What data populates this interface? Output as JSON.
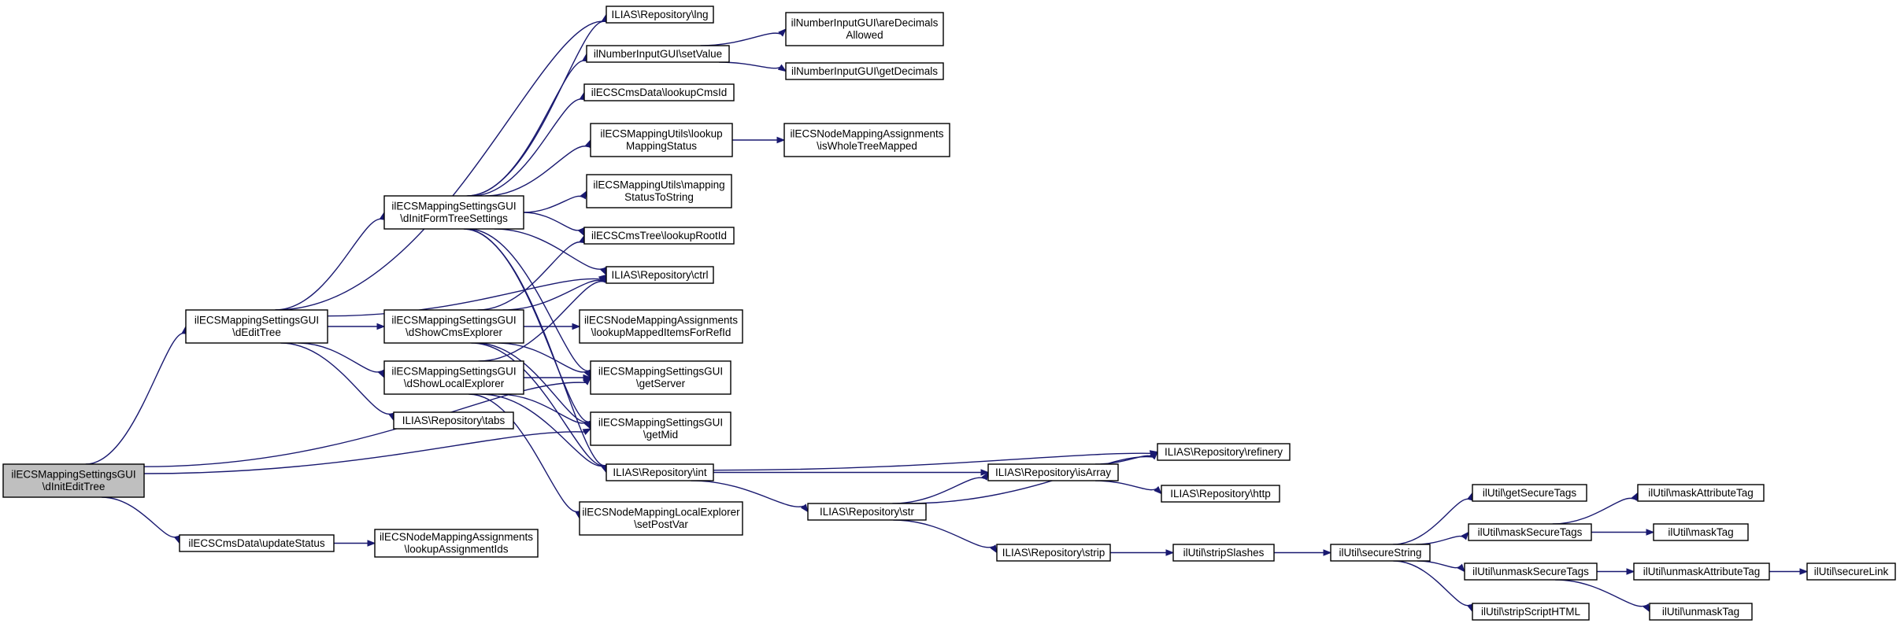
{
  "nodes": [
    {
      "id": "root",
      "lines": [
        "ilECSMappingSettingsGUI",
        "\\dInitEditTree"
      ]
    },
    {
      "id": "editTree",
      "lines": [
        "ilECSMappingSettingsGUI",
        "\\dEditTree"
      ]
    },
    {
      "id": "updateStatus",
      "lines": [
        "ilECSCmsData\\updateStatus"
      ]
    },
    {
      "id": "lookupAssignmentIds",
      "lines": [
        "ilECSNodeMappingAssignments",
        "\\lookupAssignmentIds"
      ]
    },
    {
      "id": "initFormTree",
      "lines": [
        "ilECSMappingSettingsGUI",
        "\\dInitFormTreeSettings"
      ]
    },
    {
      "id": "showCms",
      "lines": [
        "ilECSMappingSettingsGUI",
        "\\dShowCmsExplorer"
      ]
    },
    {
      "id": "showLocal",
      "lines": [
        "ilECSMappingSettingsGUI",
        "\\dShowLocalExplorer"
      ]
    },
    {
      "id": "tabs",
      "lines": [
        "ILIAS\\Repository\\tabs"
      ]
    },
    {
      "id": "lng",
      "lines": [
        "ILIAS\\Repository\\lng"
      ]
    },
    {
      "id": "setValue",
      "lines": [
        "ilNumberInputGUI\\setValue"
      ]
    },
    {
      "id": "lookupCmsId",
      "lines": [
        "ilECSCmsData\\lookupCmsId"
      ]
    },
    {
      "id": "lookupMappingStatus",
      "lines": [
        "ilECSMappingUtils\\lookup",
        "MappingStatus"
      ]
    },
    {
      "id": "mappingStatusToString",
      "lines": [
        "ilECSMappingUtils\\mapping",
        "StatusToString"
      ]
    },
    {
      "id": "lookupRootId",
      "lines": [
        "ilECSCmsTree\\lookupRootId"
      ]
    },
    {
      "id": "ctrl",
      "lines": [
        "ILIAS\\Repository\\ctrl"
      ]
    },
    {
      "id": "lookupMappedItems",
      "lines": [
        "ilECSNodeMappingAssignments",
        "\\lookupMappedItemsForRefId"
      ]
    },
    {
      "id": "getServer",
      "lines": [
        "ilECSMappingSettingsGUI",
        "\\getServer"
      ]
    },
    {
      "id": "getMid",
      "lines": [
        "ilECSMappingSettingsGUI",
        "\\getMid"
      ]
    },
    {
      "id": "int",
      "lines": [
        "ILIAS\\Repository\\int"
      ]
    },
    {
      "id": "setPostVar",
      "lines": [
        "ilECSNodeMappingLocalExplorer",
        "\\setPostVar"
      ]
    },
    {
      "id": "areDecimalsAllowed",
      "lines": [
        "ilNumberInputGUI\\areDecimals",
        "Allowed"
      ]
    },
    {
      "id": "getDecimals",
      "lines": [
        "ilNumberInputGUI\\getDecimals"
      ]
    },
    {
      "id": "isWholeTreeMapped",
      "lines": [
        "ilECSNodeMappingAssignments",
        "\\isWholeTreeMapped"
      ]
    },
    {
      "id": "str",
      "lines": [
        "ILIAS\\Repository\\str"
      ]
    },
    {
      "id": "isArray",
      "lines": [
        "ILIAS\\Repository\\isArray"
      ]
    },
    {
      "id": "strip",
      "lines": [
        "ILIAS\\Repository\\strip"
      ]
    },
    {
      "id": "refinery",
      "lines": [
        "ILIAS\\Repository\\refinery"
      ]
    },
    {
      "id": "http",
      "lines": [
        "ILIAS\\Repository\\http"
      ]
    },
    {
      "id": "stripSlashes",
      "lines": [
        "ilUtil\\stripSlashes"
      ]
    },
    {
      "id": "secureString",
      "lines": [
        "ilUtil\\secureString"
      ]
    },
    {
      "id": "getSecureTags",
      "lines": [
        "ilUtil\\getSecureTags"
      ]
    },
    {
      "id": "maskSecureTags",
      "lines": [
        "ilUtil\\maskSecureTags"
      ]
    },
    {
      "id": "unmaskSecureTags",
      "lines": [
        "ilUtil\\unmaskSecureTags"
      ]
    },
    {
      "id": "stripScriptHTML",
      "lines": [
        "ilUtil\\stripScriptHTML"
      ]
    },
    {
      "id": "maskAttributeTag",
      "lines": [
        "ilUtil\\maskAttributeTag"
      ]
    },
    {
      "id": "maskTag",
      "lines": [
        "ilUtil\\maskTag"
      ]
    },
    {
      "id": "unmaskAttributeTag",
      "lines": [
        "ilUtil\\unmaskAttributeTag"
      ]
    },
    {
      "id": "unmaskTag",
      "lines": [
        "ilUtil\\unmaskTag"
      ]
    },
    {
      "id": "secureLink",
      "lines": [
        "ilUtil\\secureLink"
      ]
    }
  ],
  "edges": [
    [
      "root",
      "editTree"
    ],
    [
      "root",
      "updateStatus"
    ],
    [
      "root",
      "getServer"
    ],
    [
      "root",
      "getMid"
    ],
    [
      "updateStatus",
      "lookupAssignmentIds"
    ],
    [
      "editTree",
      "lng"
    ],
    [
      "editTree",
      "initFormTree"
    ],
    [
      "editTree",
      "ctrl"
    ],
    [
      "editTree",
      "showCms"
    ],
    [
      "editTree",
      "showLocal"
    ],
    [
      "editTree",
      "tabs"
    ],
    [
      "initFormTree",
      "lng"
    ],
    [
      "initFormTree",
      "setValue"
    ],
    [
      "initFormTree",
      "lookupCmsId"
    ],
    [
      "initFormTree",
      "lookupMappingStatus"
    ],
    [
      "initFormTree",
      "mappingStatusToString"
    ],
    [
      "initFormTree",
      "lookupRootId"
    ],
    [
      "initFormTree",
      "ctrl"
    ],
    [
      "initFormTree",
      "getServer"
    ],
    [
      "initFormTree",
      "getMid"
    ],
    [
      "initFormTree",
      "int"
    ],
    [
      "showCms",
      "lookupRootId"
    ],
    [
      "showCms",
      "ctrl"
    ],
    [
      "showCms",
      "lookupMappedItems"
    ],
    [
      "showCms",
      "getServer"
    ],
    [
      "showCms",
      "getMid"
    ],
    [
      "showCms",
      "int"
    ],
    [
      "showLocal",
      "ctrl"
    ],
    [
      "showLocal",
      "getServer"
    ],
    [
      "showLocal",
      "getMid"
    ],
    [
      "showLocal",
      "int"
    ],
    [
      "showLocal",
      "setPostVar"
    ],
    [
      "setValue",
      "areDecimalsAllowed"
    ],
    [
      "setValue",
      "getDecimals"
    ],
    [
      "lookupMappingStatus",
      "isWholeTreeMapped"
    ],
    [
      "int",
      "isArray"
    ],
    [
      "int",
      "refinery"
    ],
    [
      "int",
      "str"
    ],
    [
      "str",
      "isArray"
    ],
    [
      "str",
      "refinery"
    ],
    [
      "str",
      "strip"
    ],
    [
      "isArray",
      "refinery"
    ],
    [
      "isArray",
      "http"
    ],
    [
      "strip",
      "stripSlashes"
    ],
    [
      "stripSlashes",
      "secureString"
    ],
    [
      "secureString",
      "getSecureTags"
    ],
    [
      "secureString",
      "maskSecureTags"
    ],
    [
      "secureString",
      "unmaskSecureTags"
    ],
    [
      "secureString",
      "stripScriptHTML"
    ],
    [
      "maskSecureTags",
      "maskAttributeTag"
    ],
    [
      "maskSecureTags",
      "maskTag"
    ],
    [
      "unmaskSecureTags",
      "unmaskAttributeTag"
    ],
    [
      "unmaskSecureTags",
      "unmaskTag"
    ],
    [
      "unmaskAttributeTag",
      "secureLink"
    ]
  ],
  "colors": {
    "edge": "#191970",
    "root_fill": "#bfbfbf",
    "node_fill": "#ffffff",
    "node_stroke": "#000000"
  }
}
